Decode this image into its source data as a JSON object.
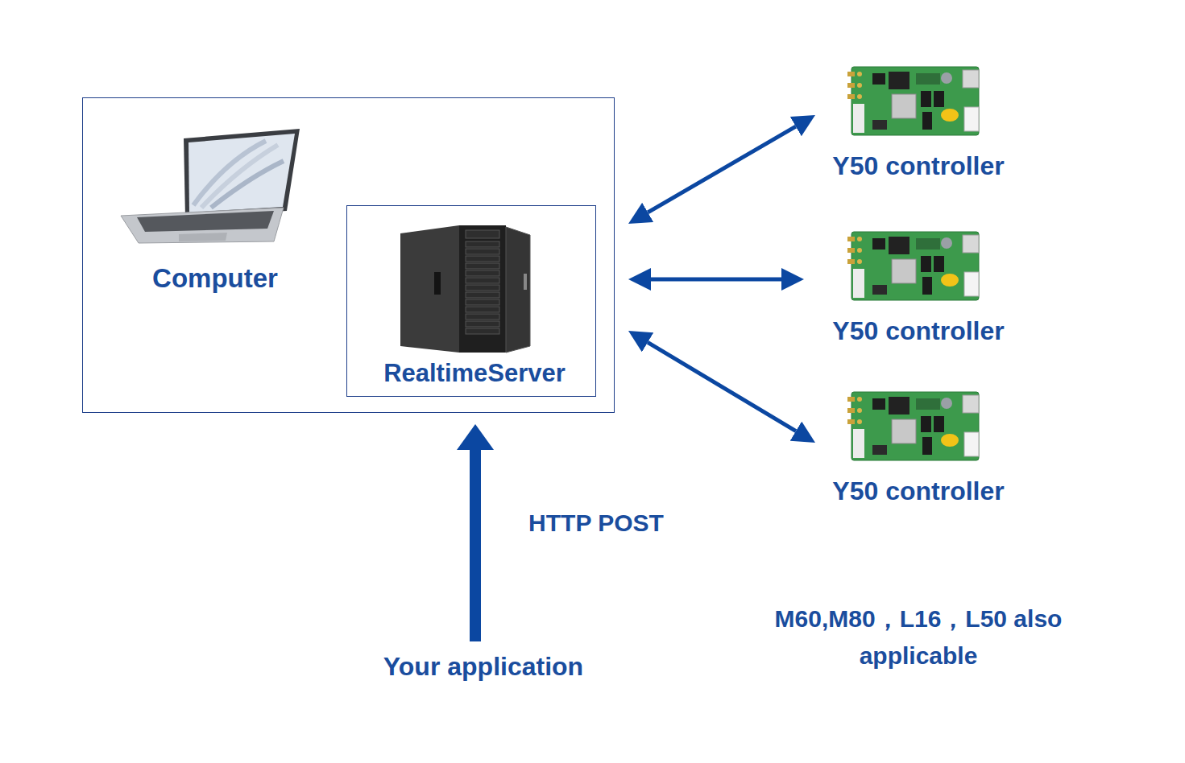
{
  "diagram": {
    "nodes": [
      {
        "text": [
          "Computer"
        ]
      },
      {
        "text": [
          "RealtimeServer"
        ],
        "in": 0
      },
      {
        "text": [
          "Y50 controller"
        ]
      },
      {
        "text": [
          "Y50 controller"
        ]
      },
      {
        "text": [
          "Y50 controller"
        ]
      },
      {
        "text": [
          "Your application"
        ]
      }
    ],
    "edges": [
      {
        "from": 0,
        "to": 2,
        "arrow": "both"
      },
      {
        "from": 0,
        "to": 3,
        "arrow": "both"
      },
      {
        "from": 0,
        "to": 4,
        "arrow": "both"
      },
      {
        "from": 5,
        "to": 0,
        "arrow": "to",
        "label": "HTTP POST"
      }
    ],
    "labels": [
      "M60,M80，L16，L50 also applicable"
    ]
  }
}
